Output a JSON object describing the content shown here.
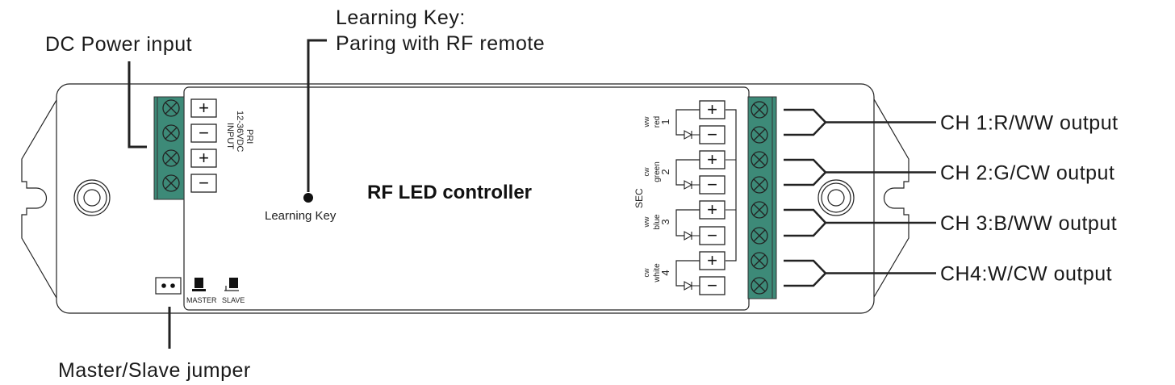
{
  "callouts": {
    "dc_power": "DC Power input",
    "learning_key_line1": "Learning Key:",
    "learning_key_line2": "Paring with RF remote",
    "jumper": "Master/Slave jumper",
    "ch1": "CH 1:R/WW output",
    "ch2": "CH 2:G/CW output",
    "ch3": "CH 3:B/WW output",
    "ch4": "CH4:W/CW output"
  },
  "device": {
    "title": "RF LED controller",
    "learning_key_label": "Learning Key",
    "input_line1": "INPUT",
    "input_line2": "12-36VDC",
    "input_line3": "PRI",
    "sec": "SEC",
    "master": "MASTER",
    "slave": "SLAVE",
    "plus": "+",
    "minus": "−",
    "channels": [
      {
        "a": "ww",
        "b": "red",
        "n": "1"
      },
      {
        "a": "cw",
        "b": "green",
        "n": "2"
      },
      {
        "a": "ww",
        "b": "blue",
        "n": "3"
      },
      {
        "a": "cw",
        "b": "white",
        "n": "4"
      }
    ]
  },
  "colors": {
    "terminal": "#3d8a78"
  }
}
